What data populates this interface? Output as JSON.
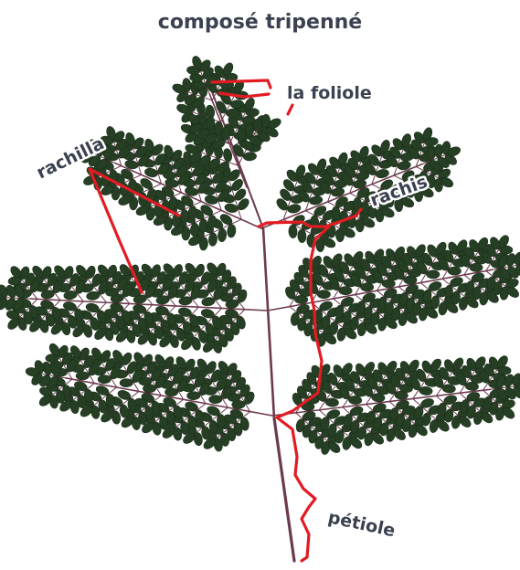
{
  "title": "composé tripenné",
  "labels": {
    "foliole": "la foliole",
    "rachilla": "rachilla",
    "rachis": "rachis",
    "petiole": "pétiole"
  },
  "colors": {
    "leaflet": "#263f24",
    "stem": "#6d3a4d",
    "pointer": "#e31b23",
    "text": "#3b4150"
  }
}
